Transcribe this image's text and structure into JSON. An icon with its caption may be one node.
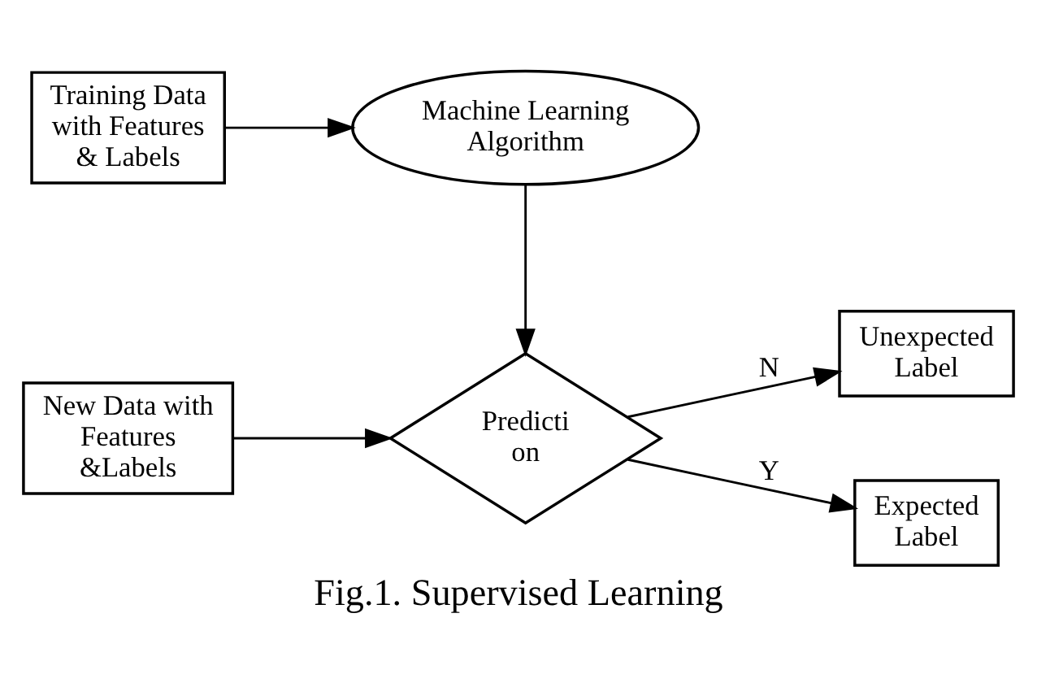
{
  "diagram": {
    "caption": "Fig.1. Supervised Learning",
    "nodes": [
      {
        "text": [
          "Training Data with Features & Labels"
        ]
      },
      {
        "text": [
          "Machine Learning Algorithm"
        ]
      },
      {
        "text": [
          "New Data with Features &Labels"
        ]
      },
      {
        "text": [
          "Predicti on"
        ]
      },
      {
        "text": [
          "Unexpected Label"
        ]
      },
      {
        "text": [
          "Expected Label"
        ]
      }
    ],
    "edges": [
      {
        "from": 0,
        "to": 1,
        "arrow": "to"
      },
      {
        "from": 1,
        "to": 3,
        "arrow": "to"
      },
      {
        "from": 2,
        "to": 3,
        "arrow": "to"
      },
      {
        "from": 3,
        "to": 4,
        "arrow": "to",
        "label": "N"
      },
      {
        "from": 3,
        "to": 5,
        "arrow": "to",
        "label": "Y"
      }
    ]
  }
}
